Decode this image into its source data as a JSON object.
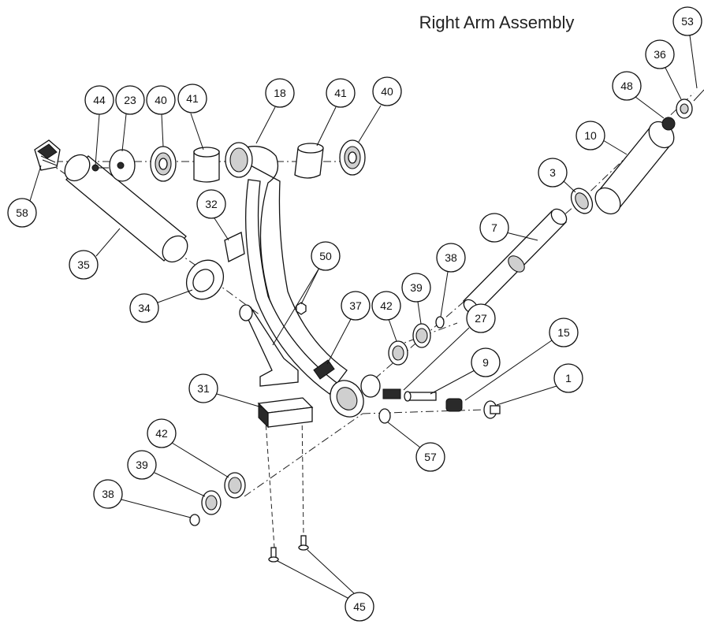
{
  "title": "Right Arm Assembly",
  "callouts": {
    "c1": "1",
    "c3": "3",
    "c7": "7",
    "c9": "9",
    "c10": "10",
    "c15": "15",
    "c18": "18",
    "c23": "23",
    "c27": "27",
    "c31": "31",
    "c32": "32",
    "c34": "34",
    "c35": "35",
    "c36": "36",
    "c37": "37",
    "c38a": "38",
    "c38b": "38",
    "c39a": "39",
    "c39b": "39",
    "c40a": "40",
    "c40b": "40",
    "c41a": "41",
    "c41b": "41",
    "c42a": "42",
    "c42b": "42",
    "c44": "44",
    "c45": "45",
    "c48": "48",
    "c50": "50",
    "c53": "53",
    "c57": "57",
    "c58": "58"
  }
}
